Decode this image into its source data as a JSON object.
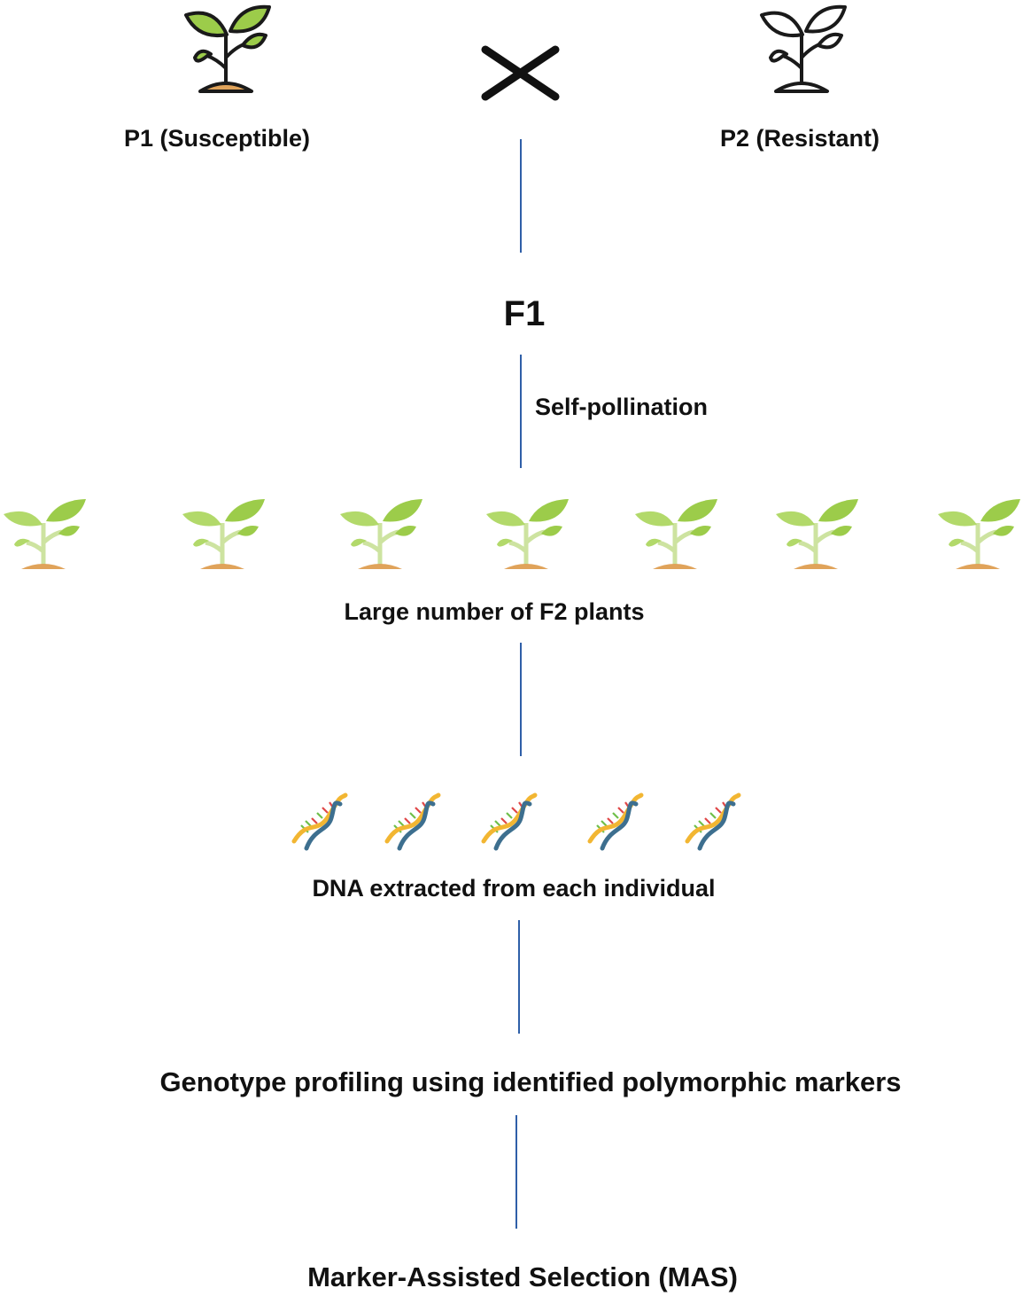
{
  "parents": {
    "p1_label": "P1 (Susceptible)",
    "p2_label": "P2 (Resistant)",
    "cross_symbol": "cross-icon",
    "p1_icon": "green-seedling-icon",
    "p2_icon": "outline-seedling-icon"
  },
  "f1": {
    "label": "F1",
    "self_pollination_label": "Self-pollination"
  },
  "f2": {
    "label": "Large number of F2 plants",
    "plant_count": 7,
    "plant_icon": "seedling-icon"
  },
  "dna": {
    "label": "DNA extracted from each individual",
    "dna_count": 5,
    "dna_icon": "dna-helix-icon"
  },
  "genotype": {
    "label": "Genotype profiling using identified polymorphic markers"
  },
  "mas": {
    "label": "Marker-Assisted Selection (MAS)"
  },
  "colors": {
    "connector_line": "#2f5fa8",
    "leaf_green": "#9ccc4a",
    "stem_green": "#cde3a0",
    "soil": "#e0a35a",
    "dna_yellow": "#f2b632",
    "dna_blue": "#3d6f8f",
    "dna_red": "#e04848",
    "dna_green": "#6fbf4a"
  }
}
